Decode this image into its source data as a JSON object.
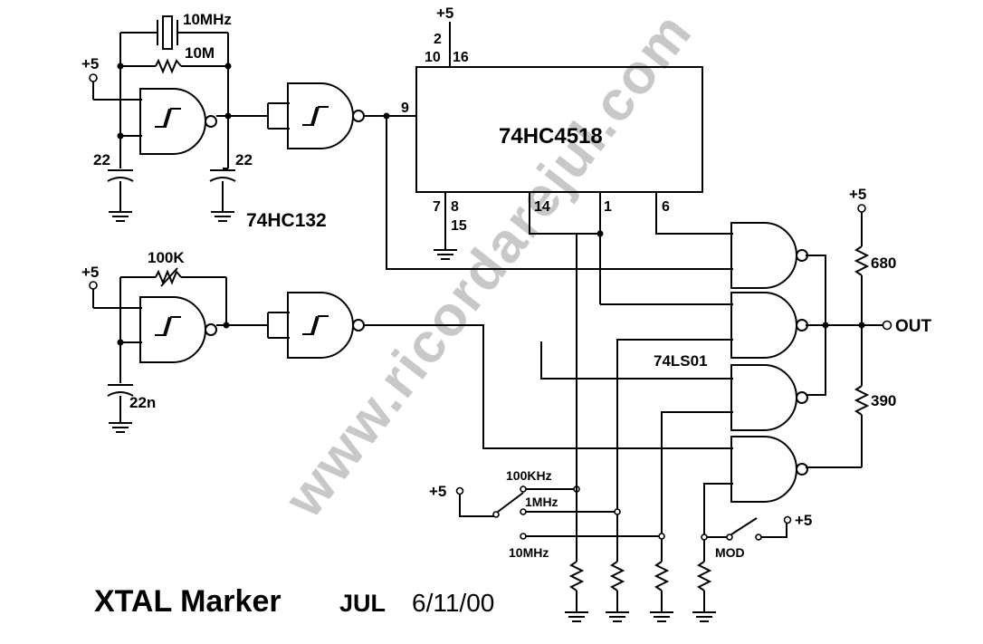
{
  "watermark": "www.ricordarejul.com",
  "title": "XTAL Marker",
  "author": "JUL",
  "date": "6/11/00",
  "oscillator": {
    "supply": "+5",
    "crystal": "10MHz",
    "feedback_resistor": "10M",
    "cap_left": "22",
    "cap_right": "22",
    "ic": "74HC132"
  },
  "modulator": {
    "supply": "+5",
    "resistor": "100K",
    "cap": "22n"
  },
  "counter": {
    "ic": "74HC4518",
    "supply": "+5",
    "pins_top": [
      "2",
      "10",
      "16"
    ],
    "clock_pin": "9",
    "pins_bottom_gnd": [
      "7",
      "8",
      "15"
    ],
    "pin_q14": "14",
    "pin_q1": "1",
    "pin_q6": "6"
  },
  "output_stage": {
    "ic": "74LS01",
    "supply": "+5",
    "pullup": "680",
    "pulldown": "390",
    "output": "OUT"
  },
  "selector": {
    "supply": "+5",
    "options": [
      "100KHz",
      "1MHz",
      "10MHz"
    ],
    "mod_switch": "MOD",
    "mod_supply": "+5"
  }
}
